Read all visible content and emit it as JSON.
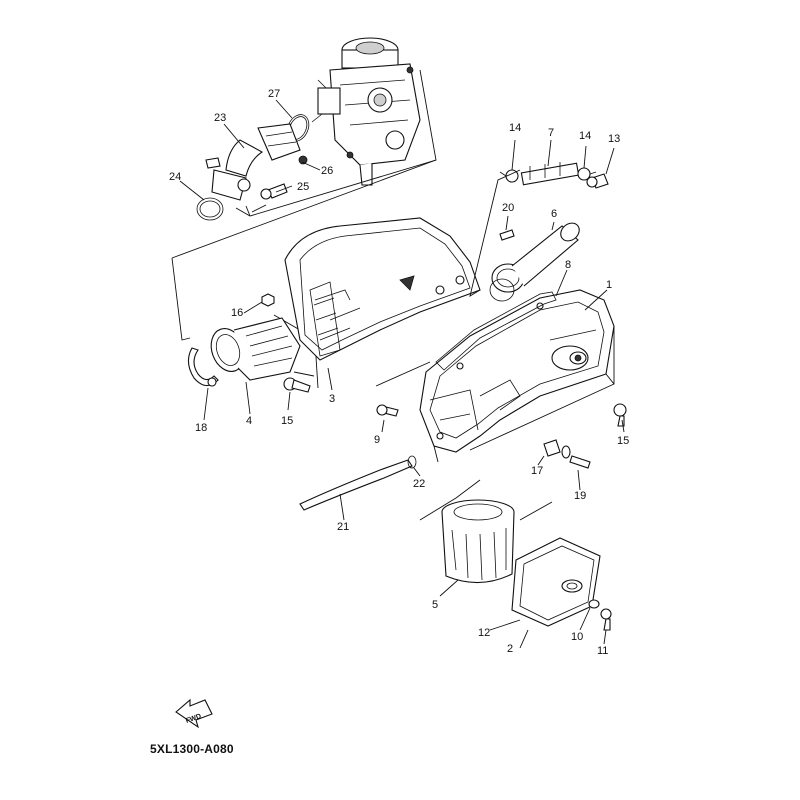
{
  "diagram_code": "5XL1300-A080",
  "fwd_label": "FWD",
  "labels": [
    {
      "id": "l1",
      "text": "1"
    },
    {
      "id": "l2",
      "text": "2"
    },
    {
      "id": "l3",
      "text": "3"
    },
    {
      "id": "l4",
      "text": "4"
    },
    {
      "id": "l5",
      "text": "5"
    },
    {
      "id": "l6",
      "text": "6"
    },
    {
      "id": "l7",
      "text": "7"
    },
    {
      "id": "l8",
      "text": "8"
    },
    {
      "id": "l9",
      "text": "9"
    },
    {
      "id": "l10",
      "text": "10"
    },
    {
      "id": "l11",
      "text": "11"
    },
    {
      "id": "l12",
      "text": "12"
    },
    {
      "id": "l13",
      "text": "13"
    },
    {
      "id": "l14a",
      "text": "14"
    },
    {
      "id": "l14b",
      "text": "14"
    },
    {
      "id": "l15a",
      "text": "15"
    },
    {
      "id": "l15b",
      "text": "15"
    },
    {
      "id": "l16",
      "text": "16"
    },
    {
      "id": "l17",
      "text": "17"
    },
    {
      "id": "l18",
      "text": "18"
    },
    {
      "id": "l19",
      "text": "19"
    },
    {
      "id": "l20",
      "text": "20"
    },
    {
      "id": "l21",
      "text": "21"
    },
    {
      "id": "l22",
      "text": "22"
    },
    {
      "id": "l23",
      "text": "23"
    },
    {
      "id": "l24",
      "text": "24"
    },
    {
      "id": "l25",
      "text": "25"
    },
    {
      "id": "l26",
      "text": "26"
    },
    {
      "id": "l27",
      "text": "27"
    }
  ]
}
